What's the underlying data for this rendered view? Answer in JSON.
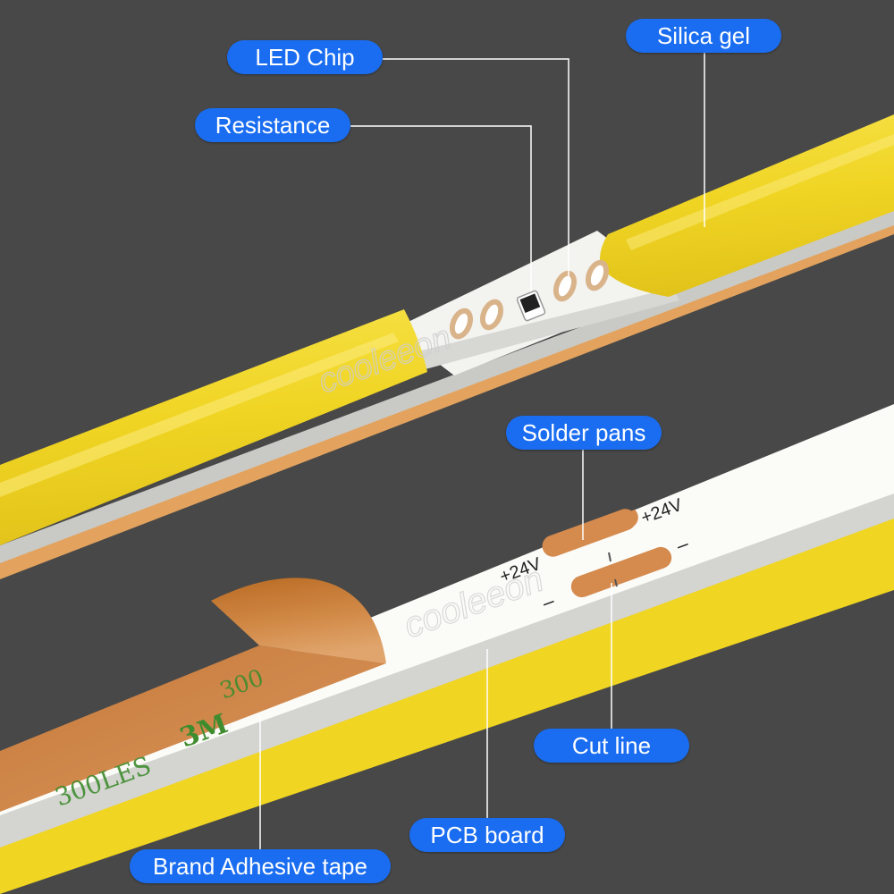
{
  "labels": {
    "led_chip": "LED Chip",
    "silica_gel": "Silica gel",
    "resistance": "Resistance",
    "solder_pans": "Solder pans",
    "cut_line": "Cut line",
    "pcb_board": "PCB board",
    "brand_adhesive_tape": "Brand Adhesive tape"
  },
  "markings": {
    "plus_left": "+24V",
    "plus_right": "+24V",
    "minus_left": "–",
    "minus_right": "–",
    "tape_brand": "3M",
    "tape_model": "300LES",
    "tape_model_partial": "300"
  },
  "colors": {
    "background": "#484848",
    "silicone": "#f2d92a",
    "pcb": "#ffffff",
    "copper": "#d58a4e",
    "label_blue": "#1a6df0",
    "tape_print": "#3e8c2e"
  }
}
